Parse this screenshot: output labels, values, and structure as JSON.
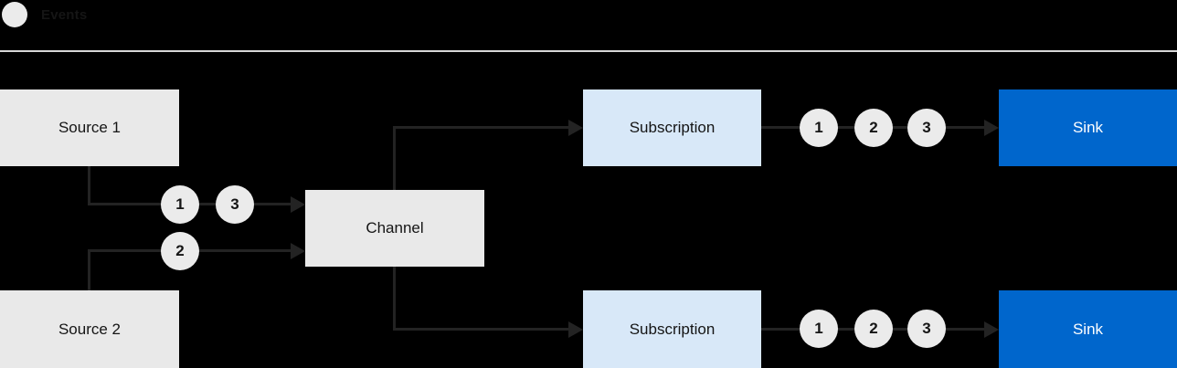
{
  "legend": {
    "label": "Events"
  },
  "colors": {
    "background": "#000000",
    "divider": "#d7d7d7",
    "gray_box": "#e9e9e9",
    "subscription_box": "#d8e8f8",
    "sink_box": "#0066cc",
    "event_circle": "#ebebeb",
    "connector_line": "#232323",
    "text_dark": "#151515",
    "text_light": "#ffffff"
  },
  "nodes": {
    "source1": {
      "label": "Source 1"
    },
    "source2": {
      "label": "Source 2"
    },
    "channel": {
      "label": "Channel"
    },
    "subscription_top": {
      "label": "Subscription"
    },
    "subscription_bottom": {
      "label": "Subscription"
    },
    "sink_top": {
      "label": "Sink"
    },
    "sink_bottom": {
      "label": "Sink"
    }
  },
  "events": {
    "source1_to_channel": [
      "1",
      "3"
    ],
    "source2_to_channel": [
      "2"
    ],
    "subscription_top_to_sink": [
      "1",
      "2",
      "3"
    ],
    "subscription_bottom_to_sink": [
      "1",
      "2",
      "3"
    ]
  }
}
